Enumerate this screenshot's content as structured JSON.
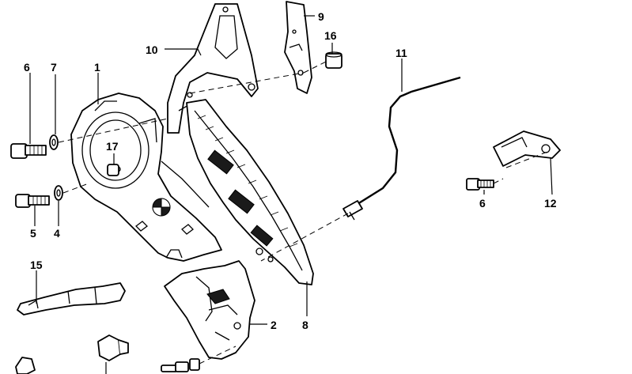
{
  "callouts": {
    "c1": "1",
    "c2": "2",
    "c4": "4",
    "c5": "5",
    "c6a": "6",
    "c6b": "6",
    "c7": "7",
    "c8": "8",
    "c9": "9",
    "c10": "10",
    "c11": "11",
    "c12": "12",
    "c15": "15",
    "c16": "16",
    "c17": "17"
  },
  "colors": {
    "ink": "#000000",
    "paper": "#ffffff"
  }
}
